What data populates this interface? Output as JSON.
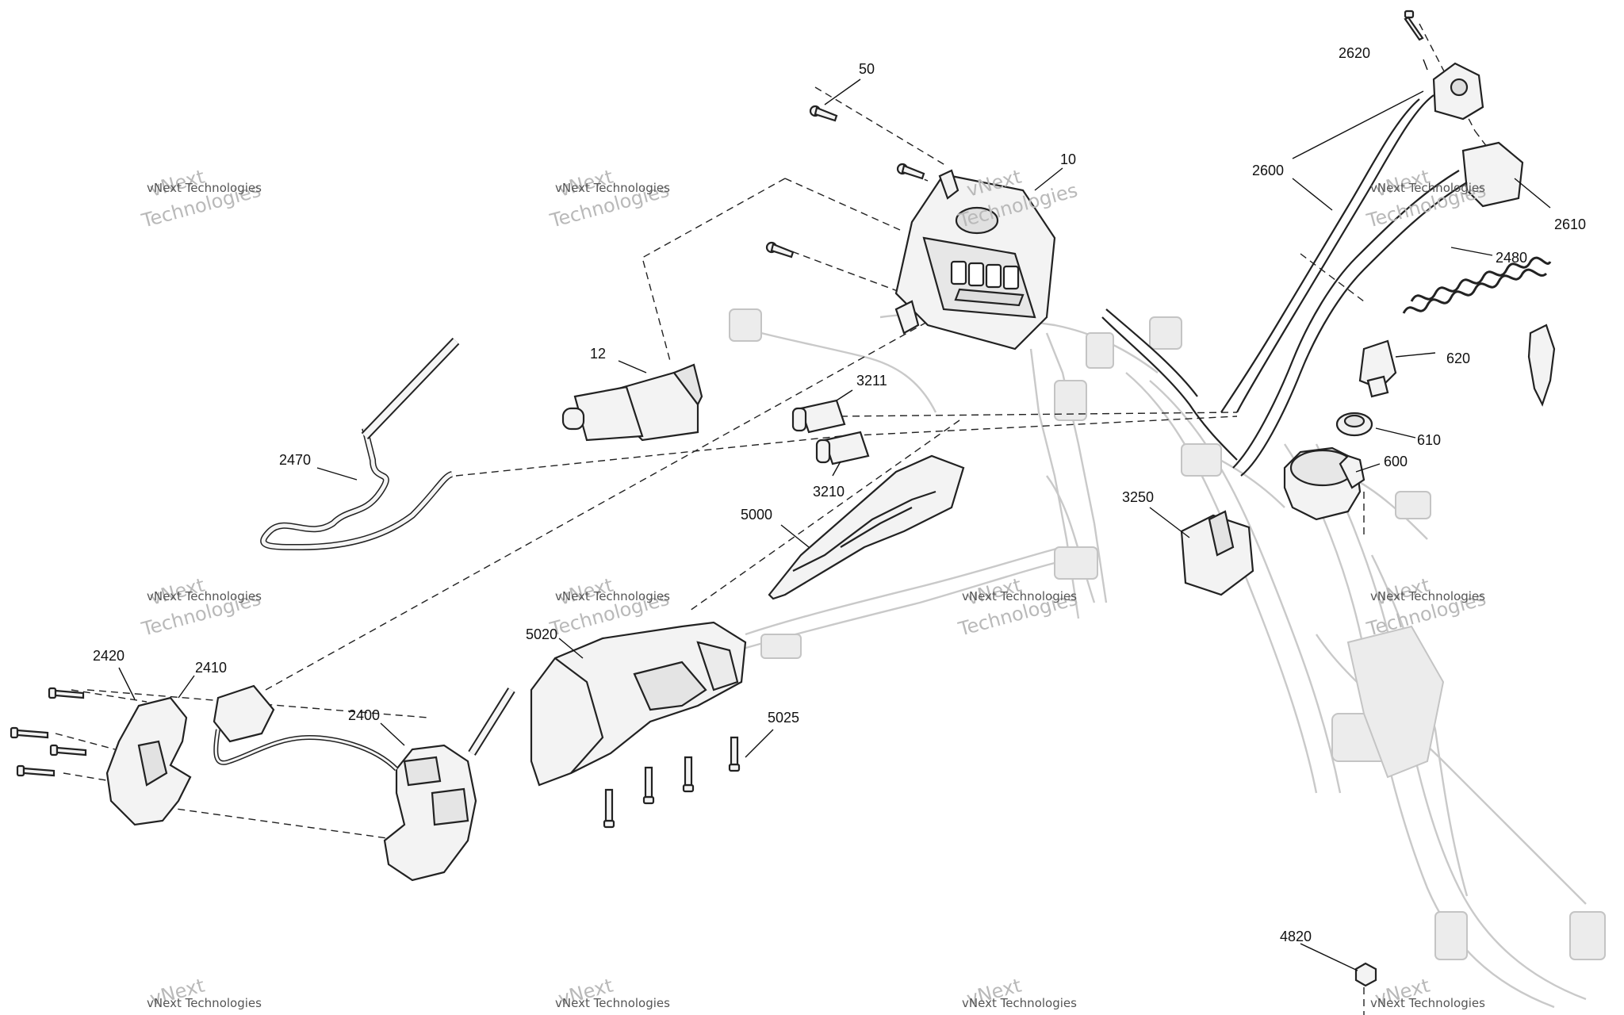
{
  "watermark": {
    "line1": "vNext",
    "line2": "vNext Technologies",
    "line3": "Technologies"
  },
  "diagram": {
    "callouts": {
      "c50": "50",
      "c10": "10",
      "c12": "12",
      "c2470": "2470",
      "c3211": "3211",
      "c3210": "3210",
      "c5000": "5000",
      "c5020": "5020",
      "c5025": "5025",
      "c2420": "2420",
      "c2410": "2410",
      "c2400": "2400",
      "c2620": "2620",
      "c2600": "2600",
      "c2610": "2610",
      "c2480": "2480",
      "c620": "620",
      "c610": "610",
      "c600": "600",
      "c3250": "3250",
      "c4820": "4820"
    }
  }
}
